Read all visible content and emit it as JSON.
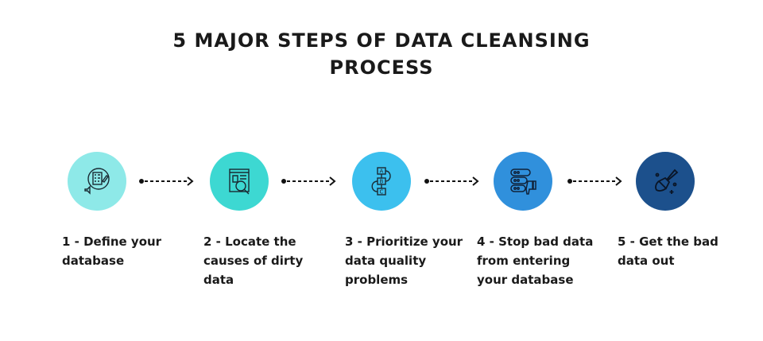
{
  "title_lines": [
    "5 MAJOR STEPS OF DATA CLEANSING",
    "PROCESS"
  ],
  "steps": [
    {
      "label": "1 - Define your database",
      "lines": [
        "1 - Define your",
        "database"
      ],
      "icon": "checklist-icon",
      "color": "#8ee9e8"
    },
    {
      "label": "2 - Locate the causes of dirty data",
      "lines": [
        "2 - Locate the",
        "causes of dirty",
        "data"
      ],
      "icon": "document-search-icon",
      "color": "#3dd8d2"
    },
    {
      "label": "3 - Prioritize your data quality problems",
      "lines": [
        "3 - Prioritize your",
        "data quality",
        "problems"
      ],
      "icon": "abc-flow-icon",
      "color": "#3cc0ee"
    },
    {
      "label": "4 - Stop bad data from entering your database",
      "lines": [
        "4 - Stop bad data",
        "from entering",
        "your database"
      ],
      "icon": "database-thumbs-down-icon",
      "color": "#3090dc"
    },
    {
      "label": "5 - Get the bad data out",
      "lines": [
        "5 - Get the bad",
        "data out"
      ],
      "icon": "broom-icon",
      "color": "#1c508c"
    }
  ]
}
